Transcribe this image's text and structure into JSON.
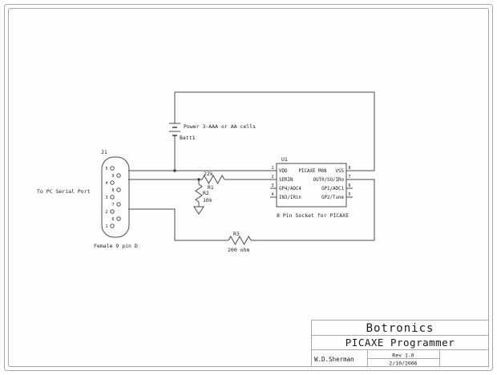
{
  "title_block": {
    "company": "Botronics",
    "project": "PICAXE Programmer",
    "author": "W.D.Sherman",
    "rev": "Rev 1.0",
    "date": "2/10/2006"
  },
  "connector": {
    "ref": "J1",
    "label": "To PC Serial Port",
    "type_label": "Female 9 pin D",
    "pins": [
      "5",
      "9",
      "4",
      "8",
      "3",
      "7",
      "2",
      "6",
      "1"
    ]
  },
  "battery": {
    "label": "Power 3-AAA or AA cells",
    "ref": "Batt1"
  },
  "ic": {
    "ref": "U1",
    "name": "PICAXE M08",
    "note": "8 Pin Socket for PICAXE",
    "left_pins": [
      {
        "num": "1",
        "name": "VDD"
      },
      {
        "num": "2",
        "name": "SERIN"
      },
      {
        "num": "3",
        "name": "GP4/ADC4"
      },
      {
        "num": "4",
        "name": "IN3/IRin"
      }
    ],
    "right_pins": [
      {
        "num": "8",
        "name": "VSS"
      },
      {
        "num": "7",
        "name": "OUT0/SO/IRo"
      },
      {
        "num": "6",
        "name": "GP1/ADC1"
      },
      {
        "num": "5",
        "name": "GP2/Tune"
      }
    ]
  },
  "resistors": [
    {
      "ref": "R1",
      "value": "22k"
    },
    {
      "ref": "R2",
      "value": "10k"
    },
    {
      "ref": "R3",
      "value": "200 ohm"
    }
  ]
}
